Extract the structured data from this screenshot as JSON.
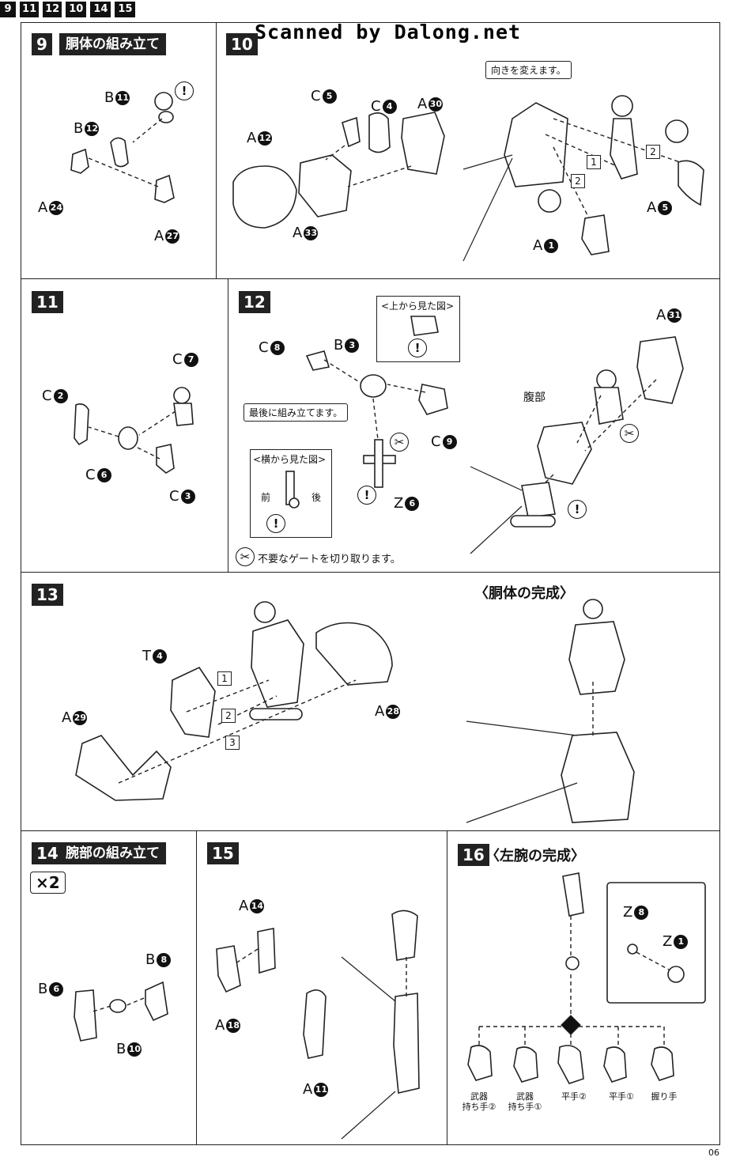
{
  "watermark": "Scanned by Dalong.net",
  "page_number": "06",
  "steps": {
    "s9": {
      "num": "9",
      "title": "胴体の組み立て",
      "parts": {
        "b11": {
          "letter": "B",
          "n": "11"
        },
        "b12": {
          "letter": "B",
          "n": "12"
        },
        "a24": {
          "letter": "A",
          "n": "24"
        },
        "a27": {
          "letter": "A",
          "n": "27"
        }
      }
    },
    "s10": {
      "num": "10",
      "note": "向きを変えます。",
      "ref_step": "9",
      "parts": {
        "c5": {
          "letter": "C",
          "n": "5"
        },
        "c4": {
          "letter": "C",
          "n": "4"
        },
        "a30": {
          "letter": "A",
          "n": "30"
        },
        "a12": {
          "letter": "A",
          "n": "12"
        },
        "a33": {
          "letter": "A",
          "n": "33"
        },
        "a5": {
          "letter": "A",
          "n": "5"
        },
        "a1": {
          "letter": "A",
          "n": "1"
        }
      },
      "seq": [
        "1",
        "2",
        "2"
      ]
    },
    "s11": {
      "num": "11",
      "parts": {
        "c7": {
          "letter": "C",
          "n": "7"
        },
        "c2": {
          "letter": "C",
          "n": "2"
        },
        "c6": {
          "letter": "C",
          "n": "6"
        },
        "c3": {
          "letter": "C",
          "n": "3"
        }
      }
    },
    "s12": {
      "num": "12",
      "top_view": "<上から見た図>",
      "side_view": "<横から見た図>",
      "note_last": "最後に組み立てます。",
      "front": "前",
      "back": "後",
      "gate_note": "不要なゲートを切り取ります。",
      "abdomen": "腹部",
      "ref_step": "11",
      "parts": {
        "c8": {
          "letter": "C",
          "n": "8"
        },
        "b3": {
          "letter": "B",
          "n": "3"
        },
        "c9": {
          "letter": "C",
          "n": "9"
        },
        "z6": {
          "letter": "Z",
          "n": "6"
        },
        "a31": {
          "letter": "A",
          "n": "31"
        }
      }
    },
    "s13": {
      "num": "13",
      "ref_step": "12",
      "seq": [
        "1",
        "2",
        "3"
      ],
      "parts": {
        "t4": {
          "letter": "T",
          "n": "4"
        },
        "a29": {
          "letter": "A",
          "n": "29"
        },
        "a28": {
          "letter": "A",
          "n": "28"
        }
      }
    },
    "body_done": {
      "title": "〈胴体の完成〉",
      "ref_step": "10"
    },
    "s14": {
      "num": "14",
      "title": "腕部の組み立て",
      "multiplier": "×2",
      "parts": {
        "b8": {
          "letter": "B",
          "n": "8"
        },
        "b6": {
          "letter": "B",
          "n": "6"
        },
        "b10": {
          "letter": "B",
          "n": "10"
        }
      }
    },
    "s15": {
      "num": "15",
      "ref_step": "14",
      "parts": {
        "a14": {
          "letter": "A",
          "n": "14"
        },
        "a18": {
          "letter": "A",
          "n": "18"
        },
        "a11": {
          "letter": "A",
          "n": "11"
        }
      }
    },
    "s16": {
      "num": "16",
      "title": "〈左腕の完成〉",
      "ref_step": "15",
      "parts": {
        "z8": {
          "letter": "Z",
          "n": "8"
        },
        "z1": {
          "letter": "Z",
          "n": "1"
        }
      },
      "hands": [
        {
          "l1": "武器",
          "l2": "持ち手②"
        },
        {
          "l1": "武器",
          "l2": "持ち手①"
        },
        {
          "l1": "平手②",
          "l2": ""
        },
        {
          "l1": "平手①",
          "l2": ""
        },
        {
          "l1": "握り手",
          "l2": ""
        }
      ]
    }
  }
}
